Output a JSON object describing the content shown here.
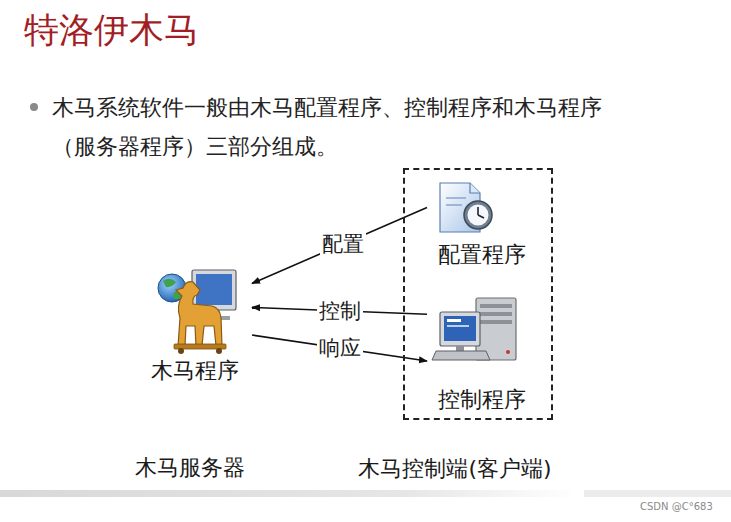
{
  "diagram": {
    "title": "特洛伊木马",
    "nodes": [
      {
        "text": [
          "木马控制端(客户端)"
        ]
      },
      {
        "text": [
          "配置程序"
        ],
        "in": 0
      },
      {
        "text": [
          "木马程序"
        ]
      },
      {
        "text": [
          "控制程序"
        ],
        "in": 0
      }
    ],
    "edges": [
      {
        "from": 1,
        "to": 2,
        "label": "配置",
        "arrow": "to"
      },
      {
        "from": 3,
        "to": 2,
        "label": "控制",
        "arrow": "to"
      },
      {
        "from": 2,
        "to": 3,
        "label": "响应",
        "arrow": "to"
      }
    ],
    "labels": [
      "木马系统软件一般由木马配置程序、控制程序和木马程序（服务器程序）三部分组成。",
      "木马服务器",
      "CSDN @C°683"
    ]
  }
}
